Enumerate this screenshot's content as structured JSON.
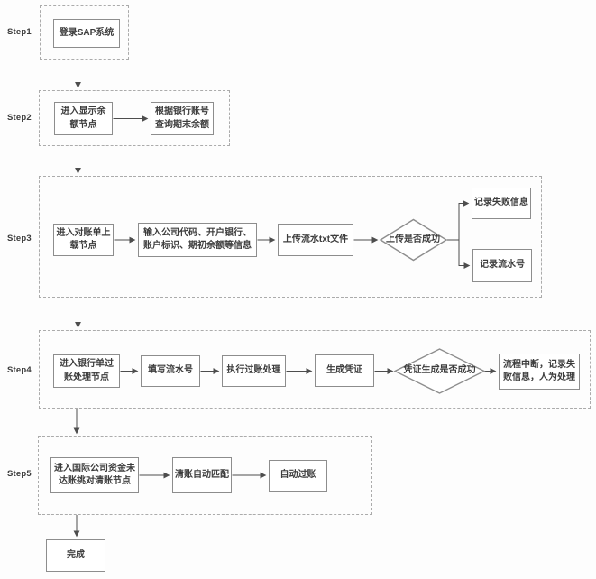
{
  "colors": {
    "box_border": "#8d8d8d",
    "container_border": "#ababab",
    "arrow": "#4d4d4d",
    "text": "#3c3c3c",
    "bg": "#fdfdfd"
  },
  "steps": [
    {
      "label": "Step1",
      "boxes": {
        "login_sap": "登录SAP系统"
      }
    },
    {
      "label": "Step2",
      "boxes": {
        "enter_display_balance": "进入显示余额节点",
        "query_ending_balance": "根据银行账号查询期末余额"
      }
    },
    {
      "label": "Step3",
      "boxes": {
        "enter_statement_upload": "进入对账单上载节点",
        "input_account_info": "输入公司代码、开户银行、账户标识、期初余额等信息",
        "upload_txt_file": "上传流水txt文件",
        "record_failure_info": "记录失败信息",
        "record_serial_no": "记录流水号"
      },
      "decision": "上传是否成功"
    },
    {
      "label": "Step4",
      "boxes": {
        "enter_bank_posting": "进入银行单过账处理节点",
        "fill_serial_no": "填写流水号",
        "execute_posting": "执行过账处理",
        "generate_voucher": "生成凭证",
        "interrupt_manual": "流程中断，记录失败信息，人为处理"
      },
      "decision": "凭证生成是否成功"
    },
    {
      "label": "Step5",
      "boxes": {
        "enter_clearing_node": "进入国际公司资金未达账挑对清账节点",
        "auto_match": "清账自动匹配",
        "auto_posting": "自动过账"
      }
    }
  ],
  "end_node": {
    "label": "完成"
  }
}
